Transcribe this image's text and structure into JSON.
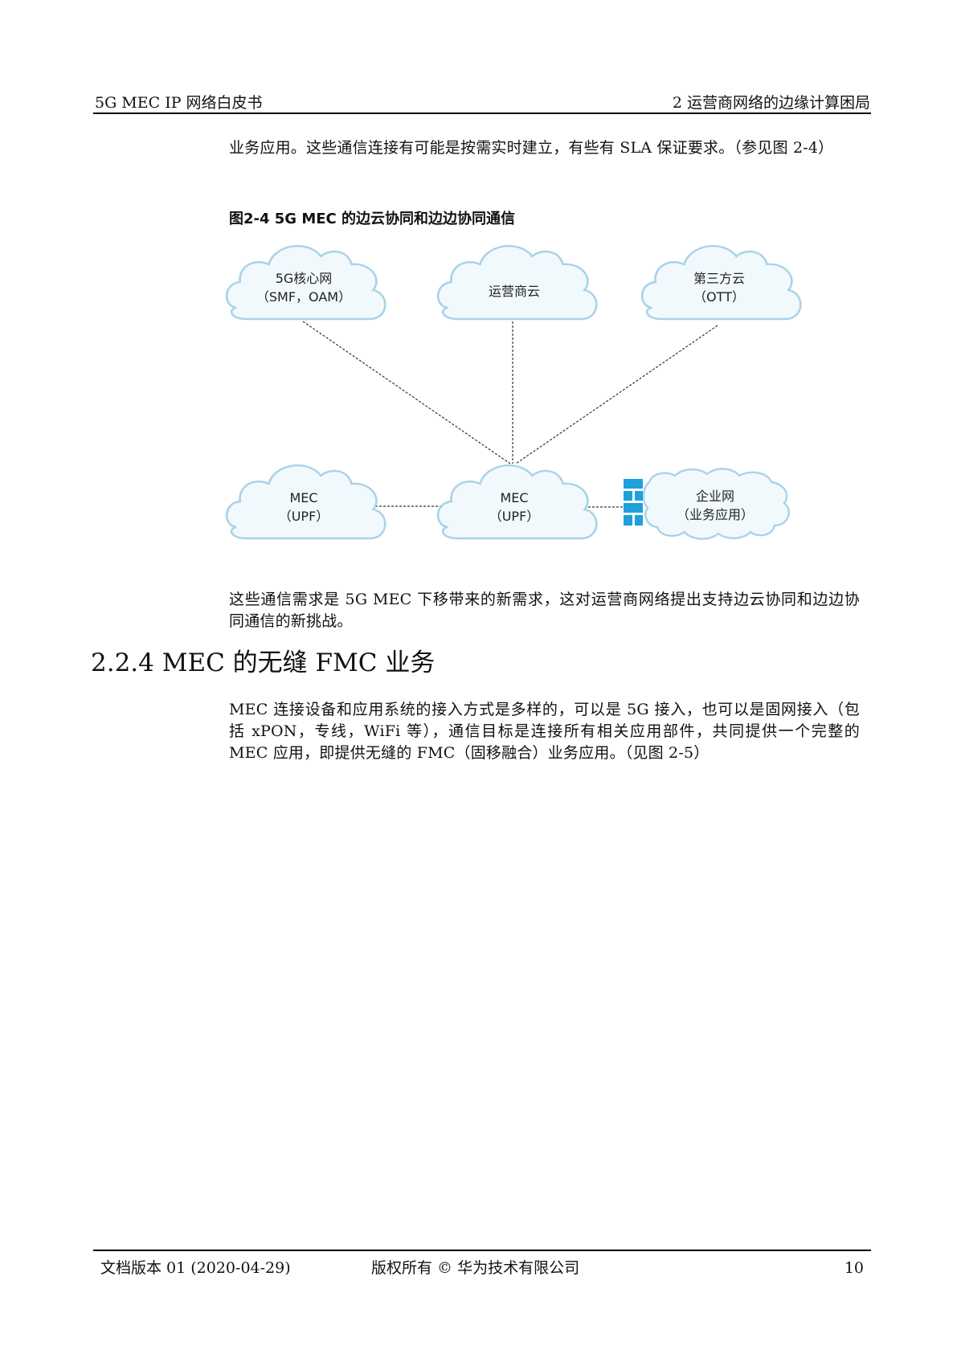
{
  "header": {
    "doc_title": "5G MEC IP 网络白皮书",
    "chapter": "2 运营商网络的边缘计算困局"
  },
  "paragraphs": {
    "p1": "业务应用。这些通信连接有可能是按需实时建立，有些有 SLA 保证要求。（参见图 2-4）",
    "p2": "这些通信需求是 5G MEC 下移带来的新需求，这对运营商网络提出支持边云协同和边边协同通信的新挑战。",
    "p3": "MEC 连接设备和应用系统的接入方式是多样的，可以是 5G 接入，也可以是固网接入（包括 xPON，专线，WiFi 等），通信目标是连接所有相关应用部件，共同提供一个完整的 MEC 应用，即提供无缝的 FMC（固移融合）业务应用。（见图 2-5）"
  },
  "figure": {
    "caption": "图2-4  5G MEC 的边云协同和边边协同通信",
    "clouds": {
      "core": {
        "line1": "5G核心网",
        "line2": "（SMF，OAM）"
      },
      "operator": {
        "line1": "运营商云"
      },
      "third_party": {
        "line1": "第三方云",
        "line2": "（OTT）"
      },
      "mec_left": {
        "line1": "MEC",
        "line2": "（UPF）"
      },
      "mec_center": {
        "line1": "MEC",
        "line2": "（UPF）"
      },
      "enterprise": {
        "line1": "企业网",
        "line2": "（业务应用）"
      }
    },
    "colors": {
      "cloud_fill": "#f2f9fd",
      "cloud_stroke": "#a9d3e8",
      "firewall": "#1ea0dc",
      "link": "#333333"
    }
  },
  "section": {
    "heading": "2.2.4 MEC 的无缝 FMC 业务"
  },
  "footer": {
    "version": "文档版本 01 (2020-04-29)",
    "copyright": "版权所有 © 华为技术有限公司",
    "page_number": "10"
  }
}
